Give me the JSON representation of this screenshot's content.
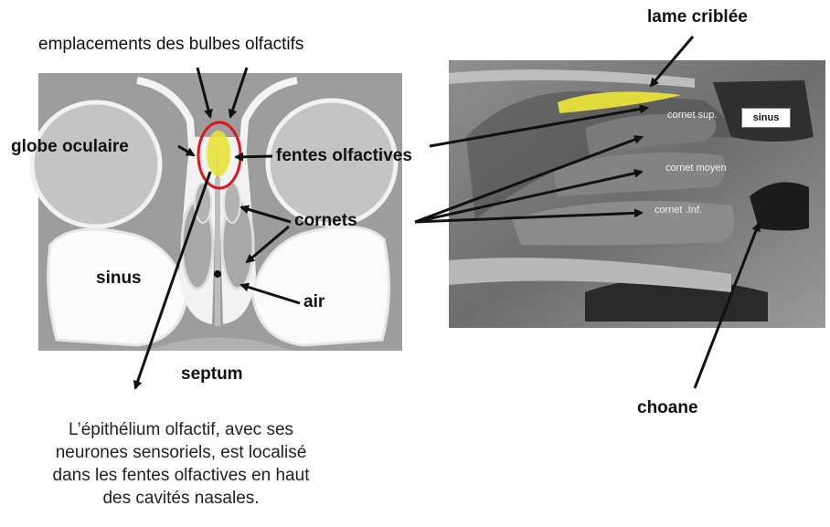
{
  "labels": {
    "bulbes": "emplacements des bulbes olfactifs",
    "globe": "globe oculaire",
    "fentes": "fentes olfactives",
    "cornets": "cornets",
    "sinus": "sinus",
    "air": "air",
    "septum": "septum",
    "lame": "lame criblée",
    "choane": "choane"
  },
  "caption": {
    "line1": "L’épithélium olfactif, avec ses",
    "line2": "neurones sensoriels, est localisé",
    "line3": "dans les fentes olfactives en haut",
    "line4": "des cavités nasales."
  },
  "photo_labels": {
    "cornet_sup": "cornet sup.",
    "sinus": "sinus",
    "cornet_moyen": "cornet moyen",
    "cornet_inf": "cornet .Inf."
  },
  "colors": {
    "olfactory_highlight": "#e8e23a",
    "outline": "#e0141b",
    "arrow": "#111111"
  }
}
